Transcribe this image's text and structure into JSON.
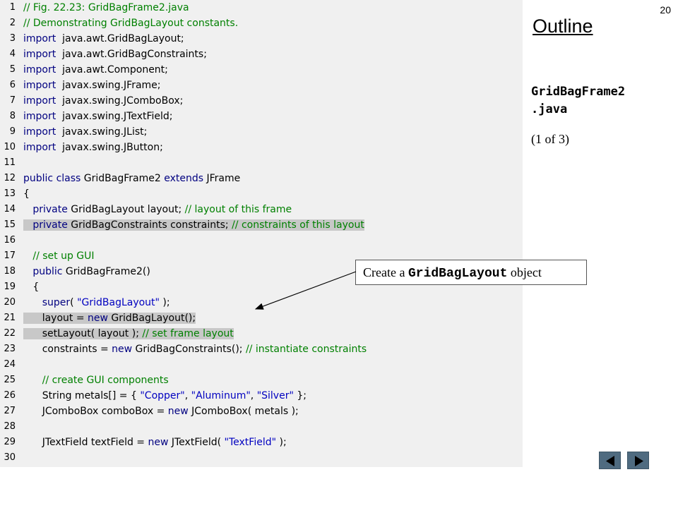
{
  "slide_number": "20",
  "sidebar": {
    "title": "Outline",
    "file_name": "GridBagFrame2\n.java",
    "page_indicator": "(1 of 3)"
  },
  "callout": {
    "prefix": "Create a ",
    "code": "GridBagLayout",
    "suffix": " object"
  },
  "navigation": {
    "prev_icon": "left-triangle-icon",
    "next_icon": "right-triangle-icon"
  },
  "code_lines": [
    {
      "n": "1",
      "tokens": [
        [
          "cm",
          "// Fig. 22.23: GridBagFrame2.java"
        ]
      ]
    },
    {
      "n": "2",
      "tokens": [
        [
          "cm",
          "// Demonstrating GridBagLayout constants."
        ]
      ]
    },
    {
      "n": "3",
      "tokens": [
        [
          "kw",
          "import"
        ],
        [
          "",
          "  java.awt.GridBagLayout;"
        ]
      ]
    },
    {
      "n": "4",
      "tokens": [
        [
          "kw",
          "import"
        ],
        [
          "",
          "  java.awt.GridBagConstraints;"
        ]
      ]
    },
    {
      "n": "5",
      "tokens": [
        [
          "kw",
          "import"
        ],
        [
          "",
          "  java.awt.Component;"
        ]
      ]
    },
    {
      "n": "6",
      "tokens": [
        [
          "kw",
          "import"
        ],
        [
          "",
          "  javax.swing.JFrame;"
        ]
      ]
    },
    {
      "n": "7",
      "tokens": [
        [
          "kw",
          "import"
        ],
        [
          "",
          "  javax.swing.JComboBox;"
        ]
      ]
    },
    {
      "n": "8",
      "tokens": [
        [
          "kw",
          "import"
        ],
        [
          "",
          "  javax.swing.JTextField;"
        ]
      ]
    },
    {
      "n": "9",
      "tokens": [
        [
          "kw",
          "import"
        ],
        [
          "",
          "  javax.swing.JList;"
        ]
      ]
    },
    {
      "n": "10",
      "tokens": [
        [
          "kw",
          "import"
        ],
        [
          "",
          "  javax.swing.JButton;"
        ]
      ]
    },
    {
      "n": "11",
      "tokens": []
    },
    {
      "n": "12",
      "tokens": [
        [
          "kw",
          "public class"
        ],
        [
          "",
          " GridBagFrame2 "
        ],
        [
          "kw",
          "extends"
        ],
        [
          "",
          " JFrame"
        ]
      ]
    },
    {
      "n": "13",
      "tokens": [
        [
          "",
          "{"
        ]
      ]
    },
    {
      "n": "14",
      "tokens": [
        [
          "",
          "   "
        ],
        [
          "kw",
          "private"
        ],
        [
          "",
          " GridBagLayout layout; "
        ],
        [
          "cm",
          "// layout of this frame"
        ]
      ]
    },
    {
      "n": "15",
      "hl": true,
      "tokens": [
        [
          "",
          "   "
        ],
        [
          "kw",
          "private"
        ],
        [
          "",
          " GridBagConstraints constraints; "
        ],
        [
          "cm",
          "// constraints of this layout"
        ]
      ]
    },
    {
      "n": "16",
      "tokens": []
    },
    {
      "n": "17",
      "tokens": [
        [
          "",
          "   "
        ],
        [
          "cm",
          "// set up GUI"
        ]
      ]
    },
    {
      "n": "18",
      "tokens": [
        [
          "",
          "   "
        ],
        [
          "kw",
          "public"
        ],
        [
          "",
          " GridBagFrame2()"
        ]
      ]
    },
    {
      "n": "19",
      "tokens": [
        [
          "",
          "   {"
        ]
      ]
    },
    {
      "n": "20",
      "tokens": [
        [
          "",
          "      "
        ],
        [
          "kw",
          "super"
        ],
        [
          "",
          "( "
        ],
        [
          "str",
          "\"GridBagLayout\""
        ],
        [
          "",
          " );"
        ]
      ]
    },
    {
      "n": "21",
      "hl": true,
      "tokens": [
        [
          "",
          "      layout = "
        ],
        [
          "kw",
          "new"
        ],
        [
          "",
          " GridBagLayout();"
        ]
      ]
    },
    {
      "n": "22",
      "hl": true,
      "tokens": [
        [
          "",
          "      setLayout( layout ); "
        ],
        [
          "cm",
          "// set frame layout"
        ]
      ]
    },
    {
      "n": "23",
      "tokens": [
        [
          "",
          "      constraints = "
        ],
        [
          "kw",
          "new"
        ],
        [
          "",
          " GridBagConstraints(); "
        ],
        [
          "cm",
          "// instantiate constraints"
        ]
      ]
    },
    {
      "n": "24",
      "tokens": []
    },
    {
      "n": "25",
      "tokens": [
        [
          "",
          "      "
        ],
        [
          "cm",
          "// create GUI components"
        ]
      ]
    },
    {
      "n": "26",
      "tokens": [
        [
          "",
          "      String metals[] = { "
        ],
        [
          "str",
          "\"Copper\""
        ],
        [
          "",
          ", "
        ],
        [
          "str",
          "\"Aluminum\""
        ],
        [
          "",
          ", "
        ],
        [
          "str",
          "\"Silver\""
        ],
        [
          "",
          " };"
        ]
      ]
    },
    {
      "n": "27",
      "tokens": [
        [
          "",
          "      JComboBox comboBox = "
        ],
        [
          "kw",
          "new"
        ],
        [
          "",
          " JComboBox( metals );"
        ]
      ]
    },
    {
      "n": "28",
      "tokens": []
    },
    {
      "n": "29",
      "tokens": [
        [
          "",
          "      JTextField textField = "
        ],
        [
          "kw",
          "new"
        ],
        [
          "",
          " JTextField( "
        ],
        [
          "str",
          "\"TextField\""
        ],
        [
          "",
          " );"
        ]
      ]
    },
    {
      "n": "30",
      "tokens": []
    }
  ]
}
